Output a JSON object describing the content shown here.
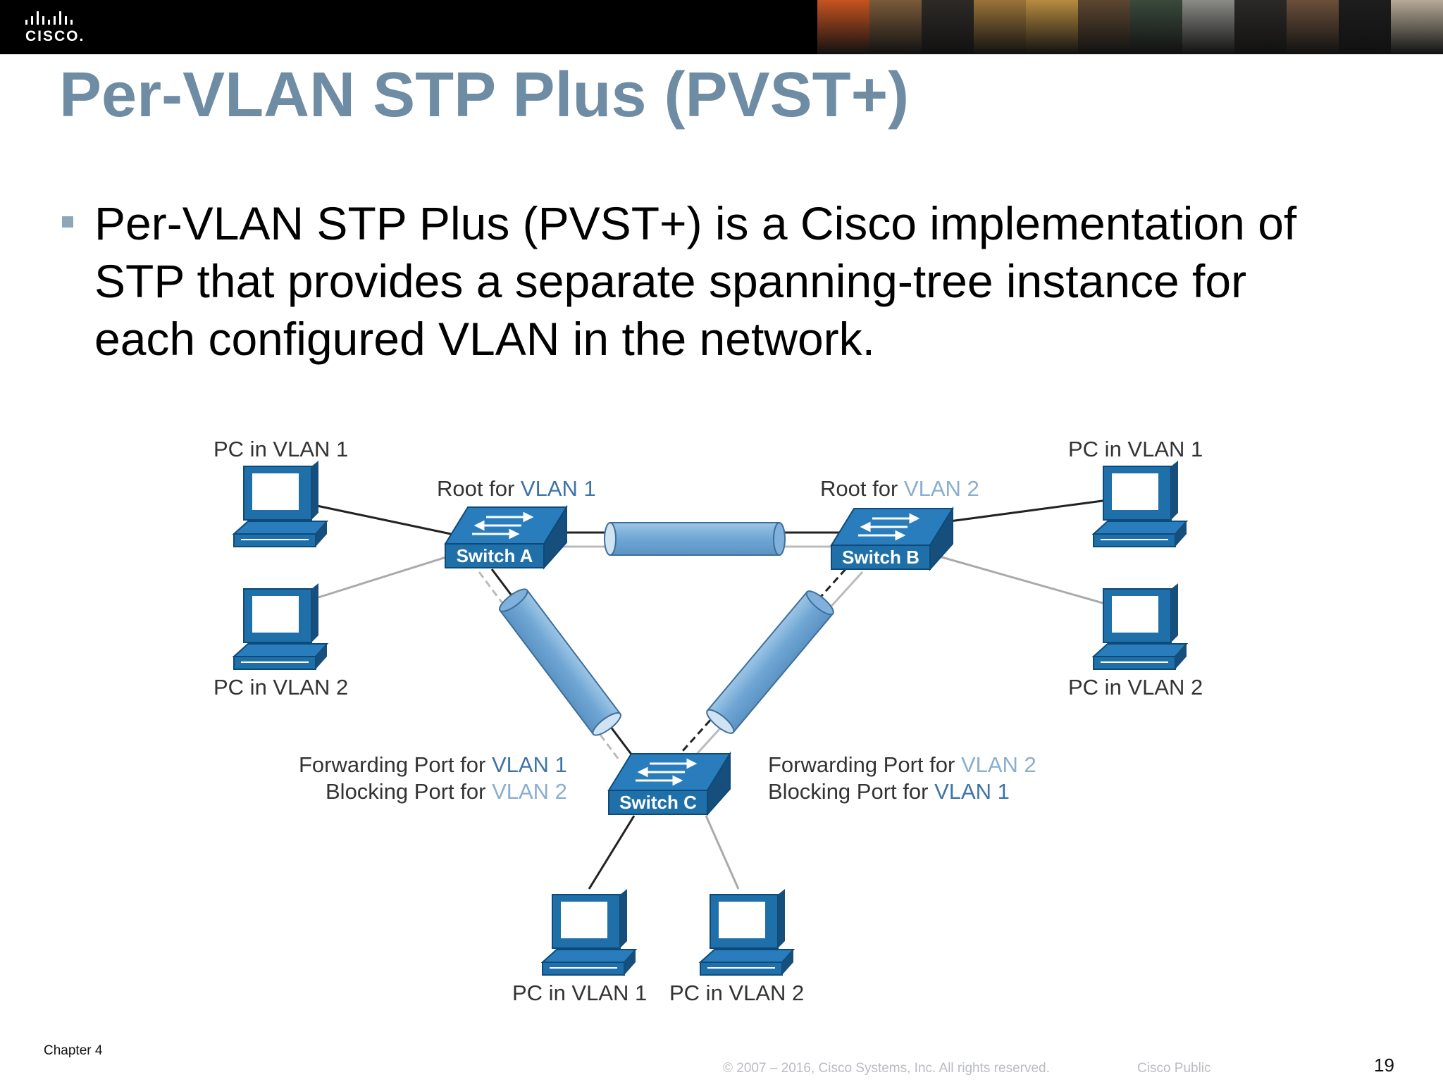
{
  "header": {
    "logo_text": "CISCO.",
    "photo_colors": [
      "#c5531f",
      "#7a5a3a",
      "#2d2a26",
      "#9a7338",
      "#b78b3e",
      "#5c4630",
      "#3a4a3c",
      "#8a8a86",
      "#2b2926",
      "#6b4f3a",
      "#1d1d1d",
      "#b6aa98"
    ]
  },
  "slide": {
    "title": "Per-VLAN STP Plus (PVST+)",
    "bullet_lines": [
      "Per-VLAN STP Plus (PVST+) is a Cisco implementation of",
      "STP that provides a separate spanning-tree instance for",
      "each configured VLAN in the network."
    ]
  },
  "diagram": {
    "switch_a": "Switch A",
    "switch_b": "Switch B",
    "switch_c": "Switch C",
    "root_for": "Root for",
    "root_a_vlan": "VLAN 1",
    "root_b_vlan": "VLAN 2",
    "pc_tl": "PC in VLAN 1",
    "pc_ml": "PC in VLAN 2",
    "pc_tr": "PC in VLAN 1",
    "pc_mr": "PC in VLAN 2",
    "pc_bl": "PC in VLAN 1",
    "pc_br": "PC in VLAN 2",
    "left_fwd": "Forwarding Port for",
    "left_fwd_vlan": "VLAN 1",
    "left_blk": "Blocking Port for",
    "left_blk_vlan": "VLAN 2",
    "right_fwd": "Forwarding Port for",
    "right_fwd_vlan": "VLAN 2",
    "right_blk": "Blocking Port for",
    "right_blk_vlan": "VLAN 1",
    "colors": {
      "switch": "#1f6fa8",
      "tunnel": "#7fb1dc",
      "vlan1_text": "#3d74a8",
      "vlan2_text": "#8aaed0"
    }
  },
  "footer": {
    "chapter": "Chapter 4",
    "copyright": "© 2007 – 2016, Cisco Systems, Inc. All rights reserved.",
    "classification": "Cisco Public",
    "page": "19"
  }
}
